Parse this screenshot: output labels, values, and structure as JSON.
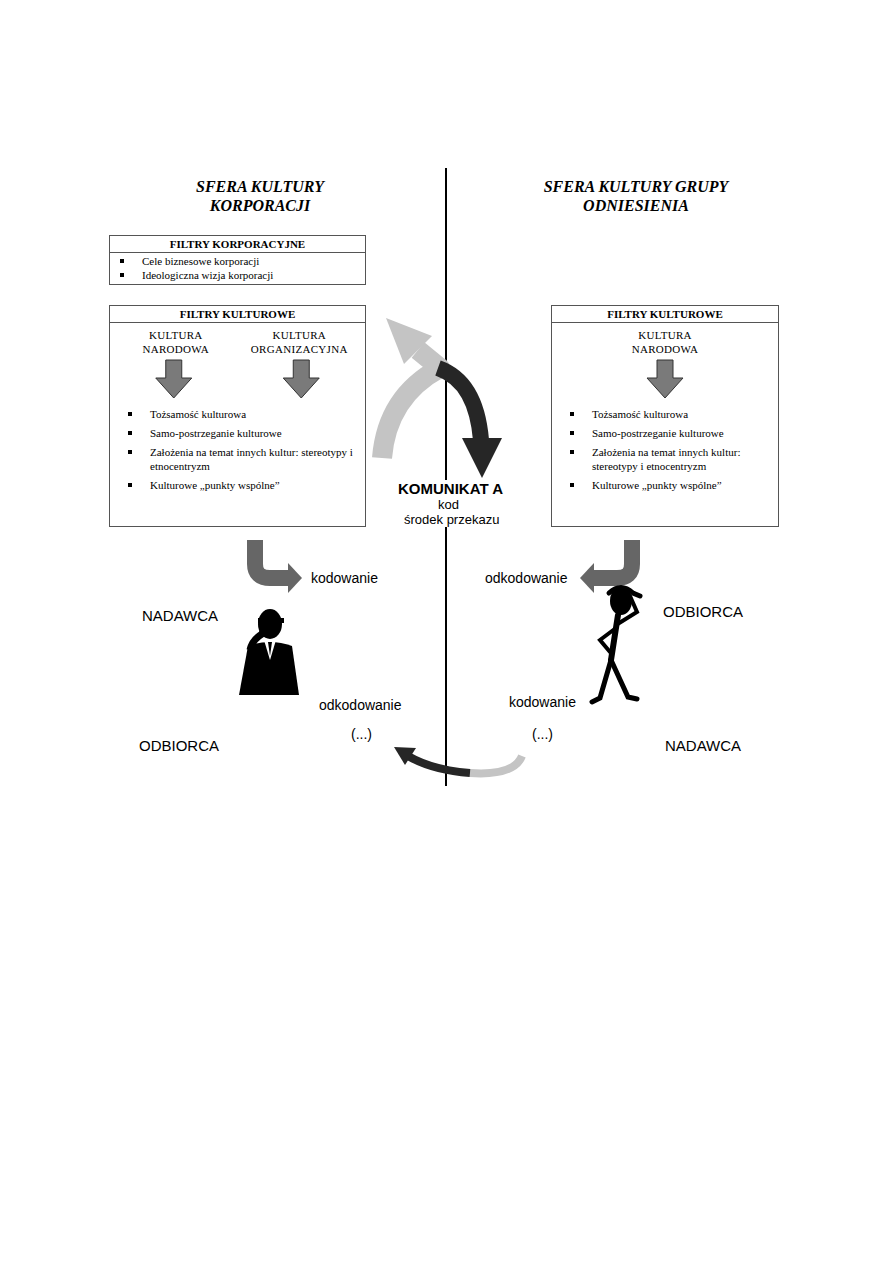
{
  "diagram": {
    "nodes": [
      {
        "text": [
          "FILTRY KORPORACYJNE",
          "Cele biznesowe korporacji",
          "Ideologiczna wizja korporacji"
        ]
      },
      {
        "text": [
          "FILTRY KULTUROWE",
          "KULTURA NARODOWA",
          "KULTURA ORGANIZACYJNA",
          "Tożsamość kulturowa",
          "Samo-postrzeganie kulturowe",
          "Założenia na temat innych kultur: stereotypy i etnocentryzm",
          "Kulturowe „punkty wspólne”"
        ]
      },
      {
        "text": [
          "FILTRY KULTUROWE",
          "KULTURA NARODOWA",
          "Tożsamość kulturowa",
          "Samo-postrzeganie kulturowe",
          "Założenia na temat innych kultur: stereotypy i etnocentryzm",
          "Kulturowe „punkty wspólne”"
        ]
      }
    ],
    "labels": [
      "SFERA KULTURY KORPORACJI",
      "SFERA KULTURY GRUPY ODNIESIENIA",
      "KOMUNIKAT A",
      "kod",
      "środek przekazu",
      "kodowanie",
      "odkodowanie",
      "NADAWCA",
      "ODBIORCA",
      "odkodowanie",
      "(...)",
      "kodowanie",
      "(...)",
      "ODBIORCA",
      "NADAWCA"
    ]
  }
}
